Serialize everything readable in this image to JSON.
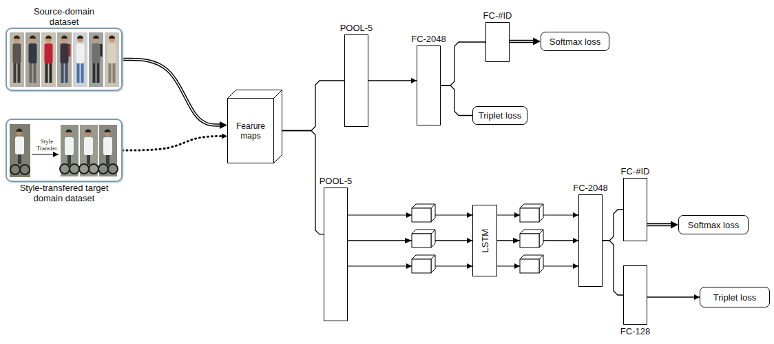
{
  "diagram": {
    "nodes": [
      {
        "text": [
          "Source-domain dataset"
        ]
      },
      {
        "text": [
          "Style Transfer",
          "Style-transfered target domain dataset"
        ]
      },
      {
        "text": [
          "Fearure maps"
        ]
      },
      {
        "text": [
          "POOL-5"
        ]
      },
      {
        "text": [
          "FC-2048"
        ]
      },
      {
        "text": [
          "FC-#ID"
        ]
      },
      {
        "text": [
          "Softmax loss"
        ]
      },
      {
        "text": [
          "Triplet loss"
        ]
      },
      {
        "text": [
          "POOL-5"
        ]
      },
      {
        "text": [
          "LSTM"
        ]
      },
      {
        "text": [
          "FC-2048"
        ]
      },
      {
        "text": [
          "FC-#ID"
        ]
      },
      {
        "text": [
          "Softmax loss"
        ]
      },
      {
        "text": [
          "FC-128"
        ]
      },
      {
        "text": [
          "Triplet loss"
        ]
      }
    ],
    "edges": [
      {
        "from": 0,
        "to": 2,
        "arrow": "to"
      },
      {
        "from": 1,
        "to": 2,
        "arrow": "to"
      },
      {
        "from": 2,
        "to": 3,
        "arrow": "none"
      },
      {
        "from": 2,
        "to": 8,
        "arrow": "none"
      },
      {
        "from": 3,
        "to": 4,
        "arrow": "to"
      },
      {
        "from": 4,
        "to": 5,
        "arrow": "none"
      },
      {
        "from": 4,
        "to": 7,
        "arrow": "none"
      },
      {
        "from": 5,
        "to": 6,
        "arrow": "to"
      },
      {
        "from": 8,
        "to": 9,
        "arrow": "to"
      },
      {
        "from": 9,
        "to": 10,
        "arrow": "to"
      },
      {
        "from": 10,
        "to": 11,
        "arrow": "none"
      },
      {
        "from": 10,
        "to": 13,
        "arrow": "none"
      },
      {
        "from": 11,
        "to": 12,
        "arrow": "to"
      },
      {
        "from": 13,
        "to": 14,
        "arrow": "to"
      }
    ]
  }
}
